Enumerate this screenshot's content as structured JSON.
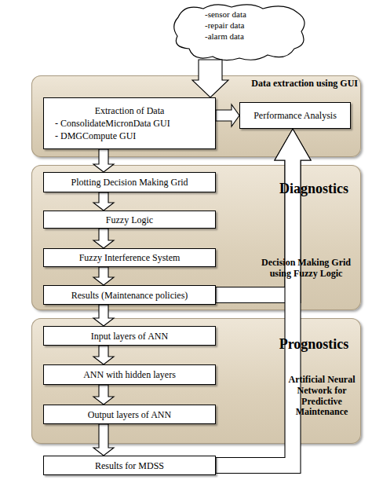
{
  "diagram": {
    "nodes": [
      {
        "text": [
          "-sensor data",
          "-repair data",
          "-alarm data"
        ]
      },
      {
        "text": [
          "Data extraction using GUI"
        ]
      },
      {
        "text": [
          "Extraction of Data",
          "- ConsolidateMicronData GUI",
          "- DMGCompute GUI"
        ],
        "in": 1
      },
      {
        "text": [
          "Performance Analysis"
        ],
        "in": 1
      },
      {
        "text": [
          "Diagnostics",
          "Decision Making Grid using Fuzzy Logic"
        ]
      },
      {
        "text": [
          "Plotting Decision Making Grid"
        ],
        "in": 4
      },
      {
        "text": [
          "Fuzzy Logic"
        ],
        "in": 4
      },
      {
        "text": [
          "Fuzzy Interference System"
        ],
        "in": 4
      },
      {
        "text": [
          "Results (Maintenance policies)"
        ],
        "in": 4
      },
      {
        "text": [
          "Prognostics",
          "Artificial Neural Network for Predictive Maintenance"
        ]
      },
      {
        "text": [
          "Input layers of ANN"
        ],
        "in": 9
      },
      {
        "text": [
          "ANN with hidden layers"
        ],
        "in": 9
      },
      {
        "text": [
          "Output layers of ANN"
        ],
        "in": 9
      },
      {
        "text": [
          "Results for MDSS"
        ]
      }
    ],
    "edges": [
      {
        "from": 0,
        "to": 2,
        "arrow": "to"
      },
      {
        "from": 2,
        "to": 3,
        "arrow": "to"
      },
      {
        "from": 2,
        "to": 5,
        "arrow": "to"
      },
      {
        "from": 5,
        "to": 6,
        "arrow": "to"
      },
      {
        "from": 6,
        "to": 7,
        "arrow": "to"
      },
      {
        "from": 7,
        "to": 8,
        "arrow": "to"
      },
      {
        "from": 8,
        "to": 3,
        "arrow": "to"
      },
      {
        "from": 8,
        "to": 10,
        "arrow": "to"
      },
      {
        "from": 10,
        "to": 11,
        "arrow": "to"
      },
      {
        "from": 11,
        "to": 12,
        "arrow": "to"
      },
      {
        "from": 12,
        "to": 13,
        "arrow": "to"
      },
      {
        "from": 13,
        "to": 3,
        "arrow": "to"
      }
    ]
  }
}
